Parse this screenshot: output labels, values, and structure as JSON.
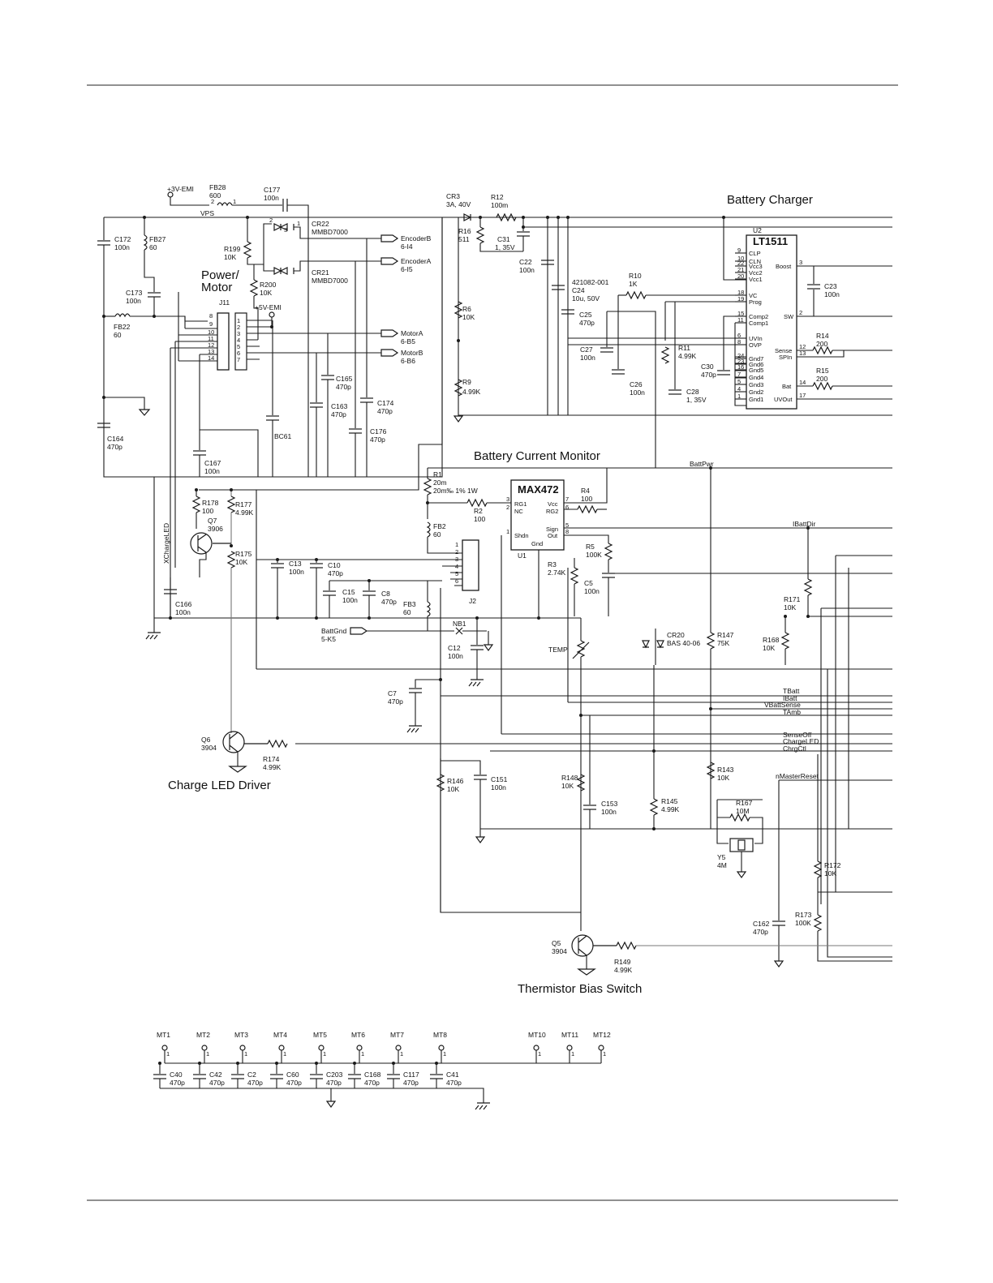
{
  "sections": {
    "battery_charger": "Battery Charger",
    "power_motor_1": "Power/",
    "power_motor_2": "Motor",
    "battery_current_monitor": "Battery Current Monitor",
    "charge_led_driver": "Charge LED Driver",
    "thermistor_bias_switch": "Thermistor Bias Switch"
  },
  "power": {
    "v3_emi": "+3V-EMI",
    "v5_emi": "+5V-EMI",
    "vps": "VPS"
  },
  "nets": {
    "encoder_b": "EncoderB",
    "encoder_b_ref": "6-I4",
    "encoder_a": "EncoderA",
    "encoder_a_ref": "6-I5",
    "motor_a": "MotorA",
    "motor_a_ref": "6-B5",
    "motor_b": "MotorB",
    "motor_b_ref": "6-B6",
    "batt_gnd": "BattGnd",
    "batt_gnd_ref": "5-K5",
    "batt_pwr": "BattPwr",
    "ibatt_dir": "IBattDir",
    "tbatt": "TBatt",
    "ibatt": "IBatt",
    "vbatt_sense": "VBattSense",
    "tamb": "TAmb",
    "sense_off": "SenseOff",
    "charge_led": "ChargeLED",
    "chrg_ctl": "ChrgCtl",
    "nmaster_reset": "nMasterReset",
    "xcharge_led": "XChargeLED",
    "temp": "TEMP"
  },
  "lt1511": {
    "ref": "U2",
    "name": "LT1511",
    "left_pins": [
      {
        "num": "9",
        "name": "CLP"
      },
      {
        "num": "10",
        "name": "CLN"
      },
      {
        "num": "22",
        "name": "Vcc3"
      },
      {
        "num": "21",
        "name": "Vcc2"
      },
      {
        "num": "20",
        "name": "Vcc1"
      },
      {
        "num": "18",
        "name": "VC"
      },
      {
        "num": "19",
        "name": "Prog"
      },
      {
        "num": "15",
        "name": "Comp2"
      },
      {
        "num": "11",
        "name": "Comp1"
      },
      {
        "num": "6",
        "name": "UVIn"
      },
      {
        "num": "8",
        "name": "OVP"
      },
      {
        "num": "24",
        "name": "Gnd7"
      },
      {
        "num": "23",
        "name": "Gnd6"
      },
      {
        "num": "16",
        "name": "Gnd5"
      },
      {
        "num": "7",
        "name": "Gnd4"
      },
      {
        "num": "5",
        "name": "Gnd3"
      },
      {
        "num": "4",
        "name": "Gnd2"
      },
      {
        "num": "1",
        "name": "Gnd1"
      }
    ],
    "right_pins": [
      {
        "num": "3",
        "name": "Boost"
      },
      {
        "num": "2",
        "name": "SW"
      },
      {
        "num": "12",
        "name": "Sense"
      },
      {
        "num": "13",
        "name": "SPIn"
      },
      {
        "num": "14",
        "name": "Bat"
      },
      {
        "num": "17",
        "name": "UVOut"
      }
    ]
  },
  "max472": {
    "ref": "U1",
    "name": "MAX472",
    "pins": [
      {
        "num": "3",
        "name": "RG1"
      },
      {
        "num": "2",
        "name": "NC"
      },
      {
        "num": "1",
        "name": "Shdn"
      },
      {
        "num": "4",
        "name": "Gnd"
      },
      {
        "num": "7",
        "name": "Vcc"
      },
      {
        "num": "6",
        "name": "RG2"
      },
      {
        "num": "5",
        "name": "Sign"
      },
      {
        "num": "8",
        "name": "Out"
      }
    ]
  },
  "connectors": {
    "j11": "J11",
    "j2": "J2"
  },
  "components": {
    "FB28": [
      "FB28",
      "600"
    ],
    "C177": [
      "C177",
      "100n"
    ],
    "C172": [
      "C172",
      "100n"
    ],
    "FB27": [
      "FB27",
      "60"
    ],
    "R199": [
      "R199",
      "10K"
    ],
    "CR22": [
      "CR22",
      "MMBD7000"
    ],
    "CR21": [
      "CR21",
      "MMBD7000"
    ],
    "R200": [
      "R200",
      "10K"
    ],
    "C173": [
      "C173",
      "100n"
    ],
    "FB22": [
      "FB22",
      "60"
    ],
    "C164": [
      "C164",
      "470p"
    ],
    "C165": [
      "C165",
      "470p"
    ],
    "C163": [
      "C163",
      "470p"
    ],
    "C174": [
      "C174",
      "470p"
    ],
    "C176": [
      "C176",
      "470p"
    ],
    "BC61": [
      "BC61"
    ],
    "C167": [
      "C167",
      "100n"
    ],
    "CR3": [
      "CR3",
      "3A, 40V"
    ],
    "R12": [
      "R12",
      "100m"
    ],
    "R16": [
      "R16",
      "511"
    ],
    "C31": [
      "C31",
      "1,  35V"
    ],
    "C22": [
      "C22",
      "100n"
    ],
    "C24": [
      "421082-001",
      "C24",
      "10u, 50V"
    ],
    "C25": [
      "C25",
      "470p"
    ],
    "R10": [
      "R10",
      "1K"
    ],
    "C27": [
      "C27",
      "100n"
    ],
    "C26": [
      "C26",
      "100n"
    ],
    "R11": [
      "R11",
      "4.99K"
    ],
    "C28": [
      "C28",
      "1,  35V"
    ],
    "C30": [
      "C30",
      "470p"
    ],
    "C23": [
      "C23",
      "100n"
    ],
    "R14": [
      "R14",
      "200"
    ],
    "R15": [
      "R15",
      "200"
    ],
    "R6": [
      "R6",
      "10K"
    ],
    "R9": [
      "R9",
      "4.99K"
    ],
    "R1": [
      "R1",
      "20m",
      "20m‰ 1% 1W"
    ],
    "R2": [
      "R2",
      "100"
    ],
    "R4": [
      "R4",
      "100"
    ],
    "FB2": [
      "FB2",
      "60"
    ],
    "R5": [
      "R5",
      "100K"
    ],
    "R3": [
      "R3",
      "2.74K"
    ],
    "C5": [
      "C5",
      "100n"
    ],
    "R178": [
      "R178",
      "100"
    ],
    "R177": [
      "R177",
      "4.99K"
    ],
    "Q7": [
      "Q7",
      "3906"
    ],
    "R175": [
      "R175",
      "10K"
    ],
    "C13": [
      "C13",
      "100n"
    ],
    "C10": [
      "C10",
      "470p"
    ],
    "C15": [
      "C15",
      "100n"
    ],
    "C8": [
      "C8",
      "470p"
    ],
    "FB3": [
      "FB3",
      "60"
    ],
    "C166": [
      "C166",
      "100n"
    ],
    "NB1": [
      "NB1"
    ],
    "C12": [
      "C12",
      "100n"
    ],
    "CR20": [
      "CR20",
      "BAS 40-06"
    ],
    "R147": [
      "R147",
      "75K"
    ],
    "R168": [
      "R168",
      "10K"
    ],
    "R171": [
      "R171",
      "10K"
    ],
    "C7": [
      "C7",
      "470p"
    ],
    "Q6": [
      "Q6",
      "3904"
    ],
    "R174": [
      "R174",
      "4.99K"
    ],
    "R146": [
      "R146",
      "10K"
    ],
    "C151": [
      "C151",
      "100n"
    ],
    "R148": [
      "R148",
      "10K"
    ],
    "C153": [
      "C153",
      "100n"
    ],
    "R145": [
      "R145",
      "4.99K"
    ],
    "R143": [
      "R143",
      "10K"
    ],
    "R167": [
      "R167",
      "10M"
    ],
    "Y5": [
      "Y5",
      "4M"
    ],
    "R172": [
      "R172",
      "10K"
    ],
    "R173": [
      "R173",
      "100K"
    ],
    "C162": [
      "C162",
      "470p"
    ],
    "Q5": [
      "Q5",
      "3904"
    ],
    "R149": [
      "R149",
      "4.99K"
    ]
  },
  "mounting": {
    "points": [
      "MT1",
      "MT2",
      "MT3",
      "MT4",
      "MT5",
      "MT6",
      "MT7",
      "MT8",
      "MT10",
      "MT11",
      "MT12"
    ],
    "caps": [
      {
        "ref": "C40",
        "val": "470p"
      },
      {
        "ref": "C42",
        "val": "470p"
      },
      {
        "ref": "C2",
        "val": "470p"
      },
      {
        "ref": "C60",
        "val": "470p"
      },
      {
        "ref": "C203",
        "val": "470p"
      },
      {
        "ref": "C168",
        "val": "470p"
      },
      {
        "ref": "C117",
        "val": "470p"
      },
      {
        "ref": "C41",
        "val": "470p"
      }
    ]
  }
}
